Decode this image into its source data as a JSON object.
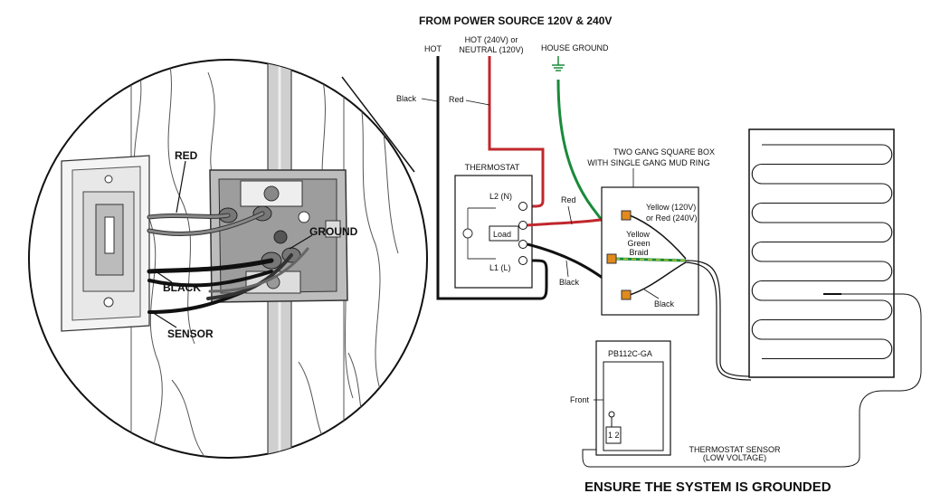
{
  "heading": "FROM POWER SOURCE 120V & 240V",
  "footer": "ENSURE THE SYSTEM IS GROUNDED",
  "source_labels": {
    "hot": "HOT",
    "hot_or_neutral_1": "HOT (240V) or",
    "hot_or_neutral_2": "NEUTRAL (120V)",
    "house_ground": "HOUSE GROUND"
  },
  "wire_labels": {
    "black_top": "Black",
    "red_top": "Red",
    "red_mid": "Red",
    "black_lower": "Black",
    "black_box": "Black"
  },
  "thermostat": {
    "title": "THERMOSTAT",
    "l2": "L2 (N)",
    "load": "Load",
    "l1": "L1 (L)"
  },
  "box": {
    "title_1": "TWO GANG SQUARE BOX",
    "title_2": "WITH SINGLE GANG MUD RING",
    "yellow_1": "Yellow (120V)",
    "yellow_2": "or Red (240V)",
    "braid_1": "Yellow",
    "braid_2": "Green",
    "braid_3": "Braid"
  },
  "sensor_unit": {
    "model": "PB112C-GA",
    "front": "Front",
    "terminals": "1  2"
  },
  "sensor_caption": {
    "line1": "THERMOSTAT SENSOR",
    "line2": "(LOW VOLTAGE)"
  },
  "callouts": {
    "red": "RED",
    "ground": "GROUND",
    "black": "BLACK",
    "sensor": "SENSOR"
  },
  "colors": {
    "red_wire": "#c0272d",
    "ground_wire": "#1a8a3a",
    "black_wire": "#111111",
    "yellow_connector": "#e08a1e",
    "braid": "#b7c93a"
  }
}
